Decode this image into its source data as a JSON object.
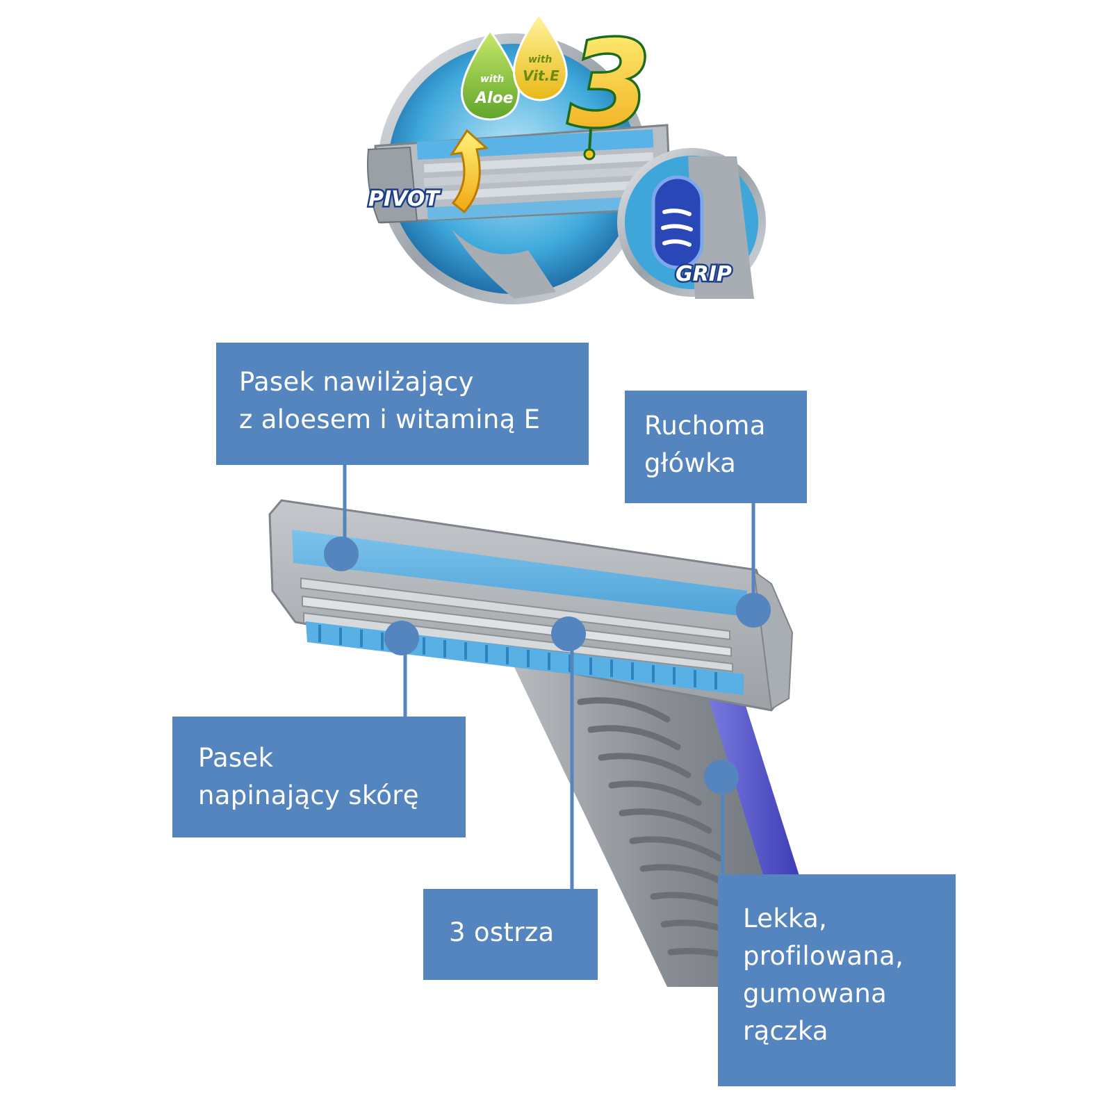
{
  "badge": {
    "pivot_label": "PIVOT",
    "grip_label": "GRIP",
    "number": "3",
    "aloe_with": "with",
    "aloe_name": "Aloe",
    "vite_with": "with",
    "vite_name": "Vit.E"
  },
  "callouts": {
    "moisture_strip": [
      "Pasek nawilżający",
      "z aloesem i witaminą E"
    ],
    "pivot_head": [
      "Ruchoma",
      "główka"
    ],
    "skin_tension_strip": [
      "Pasek",
      "napinający skórę"
    ],
    "blades": [
      "3 ostrza"
    ],
    "handle": [
      "Lekka,",
      "profilowana,",
      "gumowana",
      "rączka"
    ]
  },
  "colors": {
    "callout_bg": "#5585bf",
    "callout_text": "#ffffff",
    "razor_grey": "#9ea2a8",
    "strip_blue": "#6cb8e4",
    "grip_purple": "#4f4fc6",
    "badge_yellow": "#f5c518",
    "aloe_green": "#8fc23a"
  },
  "icons": [
    "razor-illustration",
    "pivot-arrow-icon",
    "grip-icon",
    "aloe-drop-icon",
    "vitamin-e-drop-icon"
  ]
}
